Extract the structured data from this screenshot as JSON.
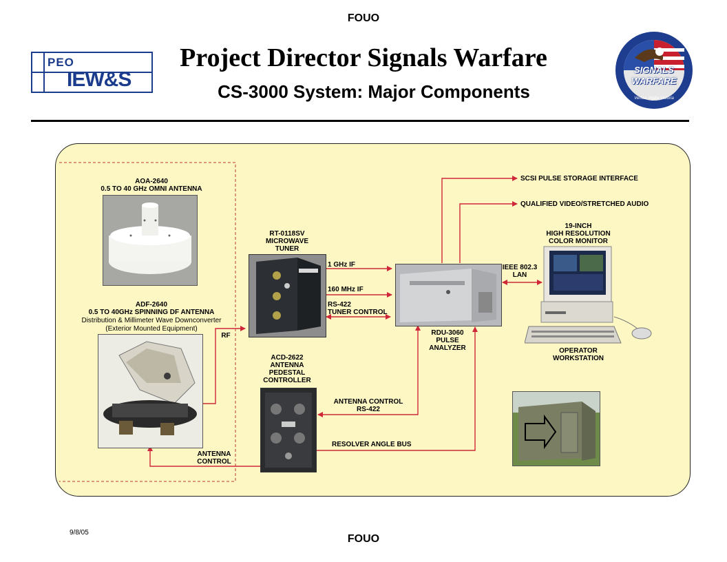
{
  "header": {
    "fouo_top": "FOUO",
    "title": "Project Director Signals Warfare",
    "subtitle": "CS-3000 System: Major Components",
    "left_logo": {
      "top": "PEO",
      "bottom": "IEW&S"
    },
    "right_logo": {
      "line1": "SIGNALS",
      "line2": "WARFARE",
      "ring_text": "Veritas Vigilia Victoria"
    }
  },
  "components": {
    "aoa": {
      "model": "AOA-2640",
      "desc": "0.5 TO 40 GHz OMNI ANTENNA"
    },
    "adf": {
      "model": "ADF-2640",
      "desc": "0.5 TO 40GHz SPINNING DF ANTENNA",
      "note1": "Distribution & Millimeter Wave Downconverter",
      "note2": "(Exterior Mounted Equipment)"
    },
    "rt": {
      "name": "RT-0118SV\nMICROWAVE\nTUNER"
    },
    "rdu": {
      "name": "RDU-3060\nPULSE\nANALYZER"
    },
    "acd": {
      "name": "ACD-2622\nANTENNA\nPEDESTAL\nCONTROLLER"
    },
    "monitor": {
      "name": "19-INCH\nHIGH RESOLUTION\nCOLOR MONITOR"
    },
    "workstation": {
      "name": "OPERATOR\nWORKSTATION"
    }
  },
  "signals": {
    "rf": "RF",
    "if1": "1 GHz IF",
    "if160": "160 MHz IF",
    "rs422_tuner": "RS-422\nTUNER CONTROL",
    "ieee": "IEEE 802.3\nLAN",
    "scsi": "SCSI PULSE STORAGE INTERFACE",
    "video": "QUALIFIED VIDEO/STRETCHED AUDIO",
    "antenna_control_rs422": "ANTENNA CONTROL\nRS-422",
    "resolver": "RESOLVER ANGLE BUS",
    "antenna_control": "ANTENNA\nCONTROL"
  },
  "footer": {
    "date": "9/8/05",
    "fouo_bottom": "FOUO"
  },
  "colors": {
    "panel": "#fdf7c4",
    "arrow": "#d0263a",
    "boundary": "#c0392b"
  }
}
